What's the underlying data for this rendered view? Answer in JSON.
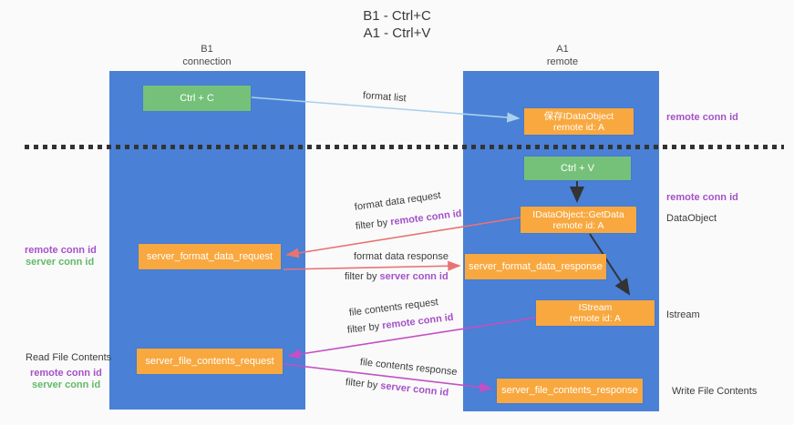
{
  "title": {
    "line1": "B1 - Ctrl+C",
    "line2": "A1 - Ctrl+V"
  },
  "columns": {
    "left": {
      "name": "B1",
      "role": "connection"
    },
    "right": {
      "name": "A1",
      "role": "remote"
    }
  },
  "boxes": {
    "ctrl_c": "Ctrl + C",
    "ctrl_v": "Ctrl + V",
    "save_dataobject": {
      "line1": "保存IDataObject",
      "line2": "remote id: A"
    },
    "getdata": {
      "line1": "IDataObject::GetData",
      "line2": "remote id: A"
    },
    "istream": {
      "line1": "IStream",
      "line2": "remote id: A"
    },
    "format_request": "server_format_data_request",
    "format_response": "server_format_data_response",
    "file_request": "server_file_contents_request",
    "file_response": "server_file_contents_response"
  },
  "arrows": {
    "format_list": "format list",
    "format_request": {
      "label": "format data request",
      "filter_prefix": "filter by ",
      "filter_key": "remote conn id"
    },
    "format_response": {
      "label": "format data response",
      "filter_prefix": "filter by ",
      "filter_key": "server conn id"
    },
    "file_request": {
      "label": "file contents request",
      "filter_prefix": "filter by ",
      "filter_key": "remote conn id"
    },
    "file_response": {
      "label": "file contents response",
      "filter_prefix": "filter by ",
      "filter_key": "server conn id"
    }
  },
  "side_labels": {
    "right_remote_conn_top": "remote conn id",
    "right_remote_conn_mid": "remote conn id",
    "dataobject": "DataObject",
    "istream": "Istream",
    "write_file": "Write File Contents",
    "left_remote_conn": "remote conn id",
    "left_server_conn": "server conn id",
    "read_file": "Read File Contents",
    "left_remote_conn_bottom": "remote conn id",
    "left_server_conn_bottom": "server conn id"
  },
  "colors": {
    "column_blue": "#4a80d6",
    "box_orange": "#f8a83f",
    "box_green": "#76c17a",
    "request_red": "#e87373",
    "contents_magenta": "#c44fc4",
    "format_list_blue": "#a9d2ec",
    "conn_purple": "#a551c9",
    "conn_green": "#62b96a",
    "divider_dark": "#333333",
    "background": "#fafafa"
  }
}
